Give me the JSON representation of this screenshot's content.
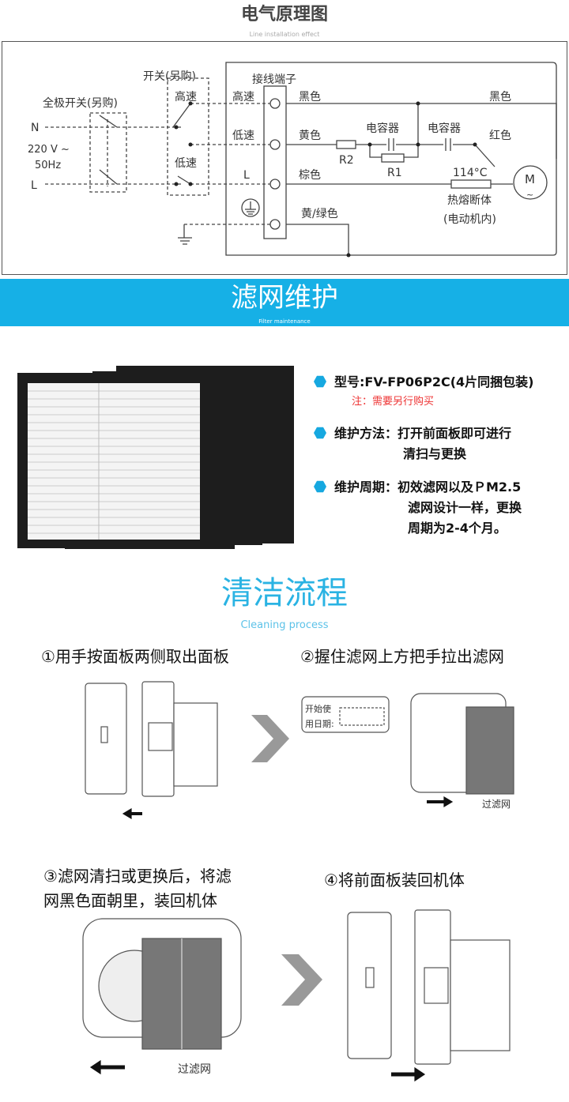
{
  "diagram": {
    "title": "电气原理图",
    "subtitle": "Line installation effect",
    "labels": {
      "switch": "开关(另购)",
      "all_pole": "全极开关(另购)",
      "terminal": "接线端子",
      "high1": "高速",
      "high2": "高速",
      "low1": "低速",
      "low2": "低速",
      "N": "N",
      "L_in": "L",
      "L_term": "L",
      "voltage": "220 V ~",
      "freq": "50Hz",
      "black1": "黑色",
      "black2": "黑色",
      "yellow": "黄色",
      "brown": "棕色",
      "red": "红色",
      "yg": "黄/绿色",
      "cap1": "电容器",
      "cap2": "电容器",
      "R1": "R1",
      "R2": "R2",
      "temp": "114°C",
      "fuse1": "热熔断体",
      "fuse2": "(电动机内)",
      "motor": "M",
      "motor_sub": "~"
    }
  },
  "banner": {
    "title": "滤网维护",
    "subtitle": "Filter maintenance"
  },
  "specs": [
    {
      "label": "型号:FV-FP06P2C(4片同捆包装)",
      "note": "注：需要另行购买"
    },
    {
      "label": "维护方法：打开前面板即可进行",
      "cont": "清扫与更换"
    },
    {
      "label": "维护周期：初效滤网以及ＰM2.5",
      "cont": "滤网设计一样，更换",
      "cont2": "周期为2-4个月。"
    }
  ],
  "cleaning": {
    "title": "清洁流程",
    "subtitle": "Cleaning process",
    "steps": [
      {
        "line1": "①用手按面板两侧取出面板"
      },
      {
        "line1": "②握住滤网上方把手拉出滤网",
        "tag1": "开始使",
        "tag2": "用日期:",
        "filter_label": "过滤网"
      },
      {
        "line1": "③滤网清扫或更换后，将滤",
        "line2": "网黑色面朝里，装回机体",
        "filter_label": "过滤网"
      },
      {
        "line1": "④将前面板装回机体"
      }
    ]
  },
  "colors": {
    "accent": "#16b0e6",
    "note": "#e33333"
  }
}
